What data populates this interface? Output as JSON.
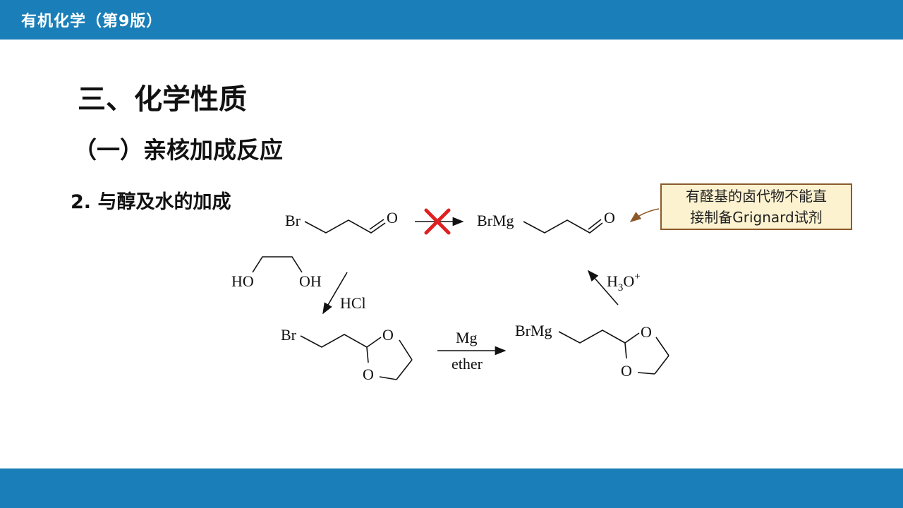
{
  "header": {
    "title": "有机化学（第9版）"
  },
  "section": {
    "heading": "三、化学性质",
    "subheading": "（一）亲核加成反应",
    "item": "2. 与醇及水的加成"
  },
  "note": {
    "line1": "有醛基的卤代物不能直",
    "line2": "接制备Grignard试剂"
  },
  "scheme": {
    "top_left": {
      "br": "Br",
      "o": "O"
    },
    "top_right": {
      "brmg": "BrMg",
      "o": "O"
    },
    "diol": {
      "ho": "HO",
      "oh": "OH"
    },
    "reagent_hcl": "HCl",
    "acetal_br": {
      "br": "Br",
      "o1": "O",
      "o2": "O"
    },
    "reagent_mg": "Mg",
    "reagent_ether": "ether",
    "acetal_mg": {
      "brmg": "BrMg",
      "o1": "O",
      "o2": "O"
    },
    "reagent_h3o": {
      "h": "H",
      "sub": "3",
      "o": "O",
      "sup": "+"
    }
  },
  "colors": {
    "bar": "#1a7fb8",
    "cross": "#e02020",
    "note_bg": "#fdf2d0",
    "note_border": "#8b5a2b"
  }
}
